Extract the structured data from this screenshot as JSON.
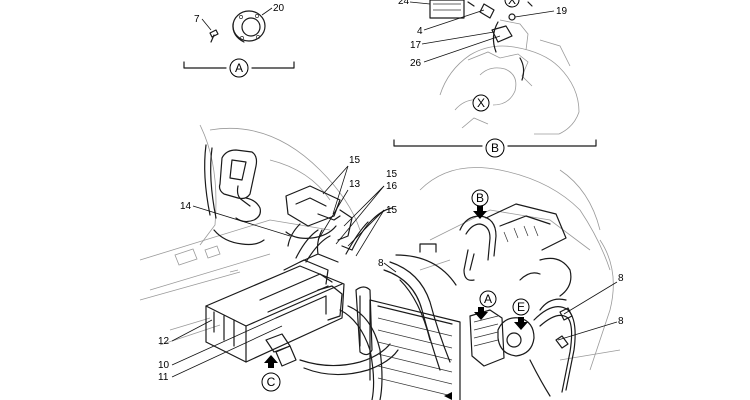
{
  "callouts": {
    "n7": "7",
    "n20": "20",
    "n24": "24",
    "n4": "4",
    "n17": "17",
    "n19": "19",
    "n26": "26",
    "n15a": "15",
    "n13": "13",
    "n15b": "15",
    "n16": "16",
    "n15c": "15",
    "n14": "14",
    "n8a": "8",
    "n8b": "8",
    "n8c": "8",
    "n12": "12",
    "n10": "10",
    "n11": "11"
  },
  "details": {
    "A": "A",
    "B": "B",
    "C": "C",
    "E": "E",
    "X": "X"
  }
}
